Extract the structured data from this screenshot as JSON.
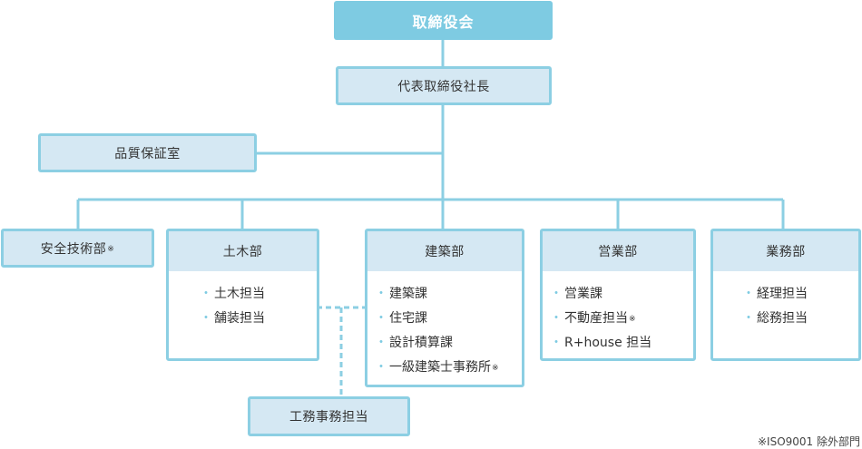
{
  "board": "取締役会",
  "president": "代表取締役社長",
  "quality": "品質保証室",
  "safety": {
    "label": "安全技術部",
    "mark": "※"
  },
  "departments": [
    {
      "name": "土木部",
      "items": [
        {
          "label": "土木担当",
          "mark": ""
        },
        {
          "label": "舗装担当",
          "mark": ""
        }
      ]
    },
    {
      "name": "建築部",
      "items": [
        {
          "label": "建築課",
          "mark": ""
        },
        {
          "label": "住宅課",
          "mark": ""
        },
        {
          "label": "設計積算課",
          "mark": ""
        },
        {
          "label": "一級建築士事務所",
          "mark": "※"
        }
      ]
    },
    {
      "name": "営業部",
      "items": [
        {
          "label": "営業課",
          "mark": ""
        },
        {
          "label": "不動産担当",
          "mark": "※"
        },
        {
          "label": "R+house 担当",
          "mark": ""
        }
      ]
    },
    {
      "name": "業務部",
      "items": [
        {
          "label": "経理担当",
          "mark": ""
        },
        {
          "label": "総務担当",
          "mark": ""
        }
      ]
    }
  ],
  "construction_office": "工務事務担当",
  "footnote": "※ISO9001 除外部門",
  "colors": {
    "line": "#8ccfe3",
    "box_fill": "#d5e8f3",
    "top_fill": "#7ecbe2",
    "bullet": "#7ecbe2"
  }
}
